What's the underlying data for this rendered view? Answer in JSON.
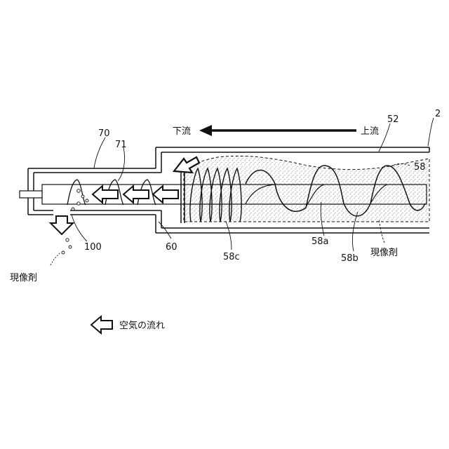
{
  "labels": {
    "downstream": "下流",
    "upstream": "上流",
    "ref_2": "2",
    "ref_52": "52",
    "ref_58": "58",
    "ref_58a": "58a",
    "ref_58b": "58b",
    "ref_58c": "58c",
    "ref_60": "60",
    "ref_70": "70",
    "ref_71": "71",
    "ref_100": "100",
    "developer_inside": "現像剤",
    "developer_outside": "現像剤",
    "legend_airflow": "空気の流れ"
  }
}
